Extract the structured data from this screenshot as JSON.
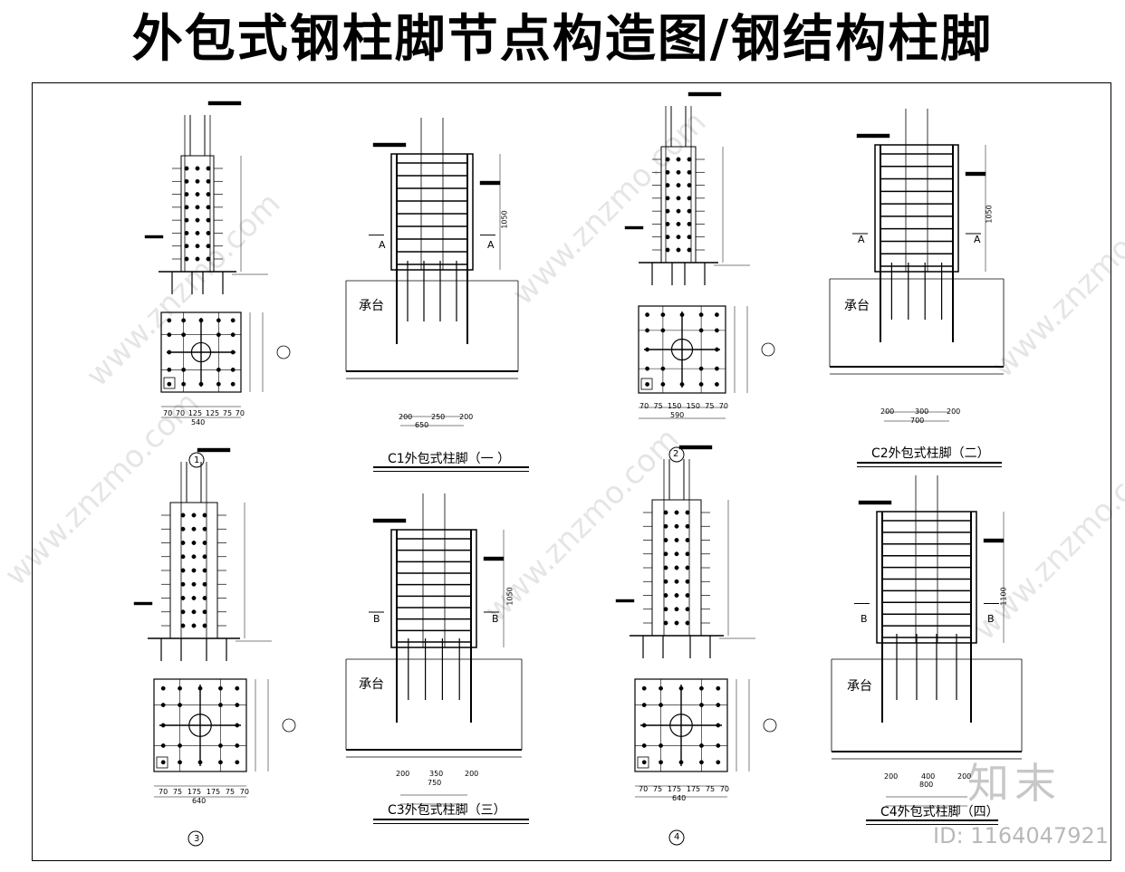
{
  "title": "外包式钢柱脚节点构造图/钢结构柱脚",
  "captions": [
    "C1外包式柱脚（一 ）",
    "C2外包式柱脚（二）",
    "C3外包式柱脚（三）",
    "C4外包式柱脚（四）"
  ],
  "cap_label": "承台",
  "section_labels": {
    "a": "A",
    "b": "B"
  },
  "detail_numbers": [
    "1",
    "2",
    "3",
    "4"
  ],
  "dims": {
    "d1_bottom": [
      "70",
      "70",
      "125",
      "125",
      "75",
      "70"
    ],
    "d1_total": "540",
    "d2_bottom": [
      "70",
      "75",
      "150",
      "150",
      "75",
      "70"
    ],
    "d2_total": "590",
    "d3_bottom": [
      "70",
      "75",
      "175",
      "175",
      "75",
      "70"
    ],
    "d3_total": "640",
    "d4_bottom": [
      "70",
      "75",
      "175",
      "175",
      "75",
      "70"
    ],
    "d4_total": "640",
    "c1_bottom": [
      "200",
      "250",
      "200"
    ],
    "c1_total": "650",
    "c1_height": "1050",
    "c2_bottom": [
      "200",
      "300",
      "200"
    ],
    "c2_total": "700",
    "c2_height": "1050",
    "c3_bottom": [
      "200",
      "350",
      "200"
    ],
    "c3_total": "750",
    "c3_height": "1050",
    "c4_bottom": [
      "200",
      "400",
      "200"
    ],
    "c4_total": "800",
    "c4_height": "1100"
  },
  "watermark": "www.znzmo.com",
  "logo_text": "知末",
  "image_id": "ID: 1164047921"
}
